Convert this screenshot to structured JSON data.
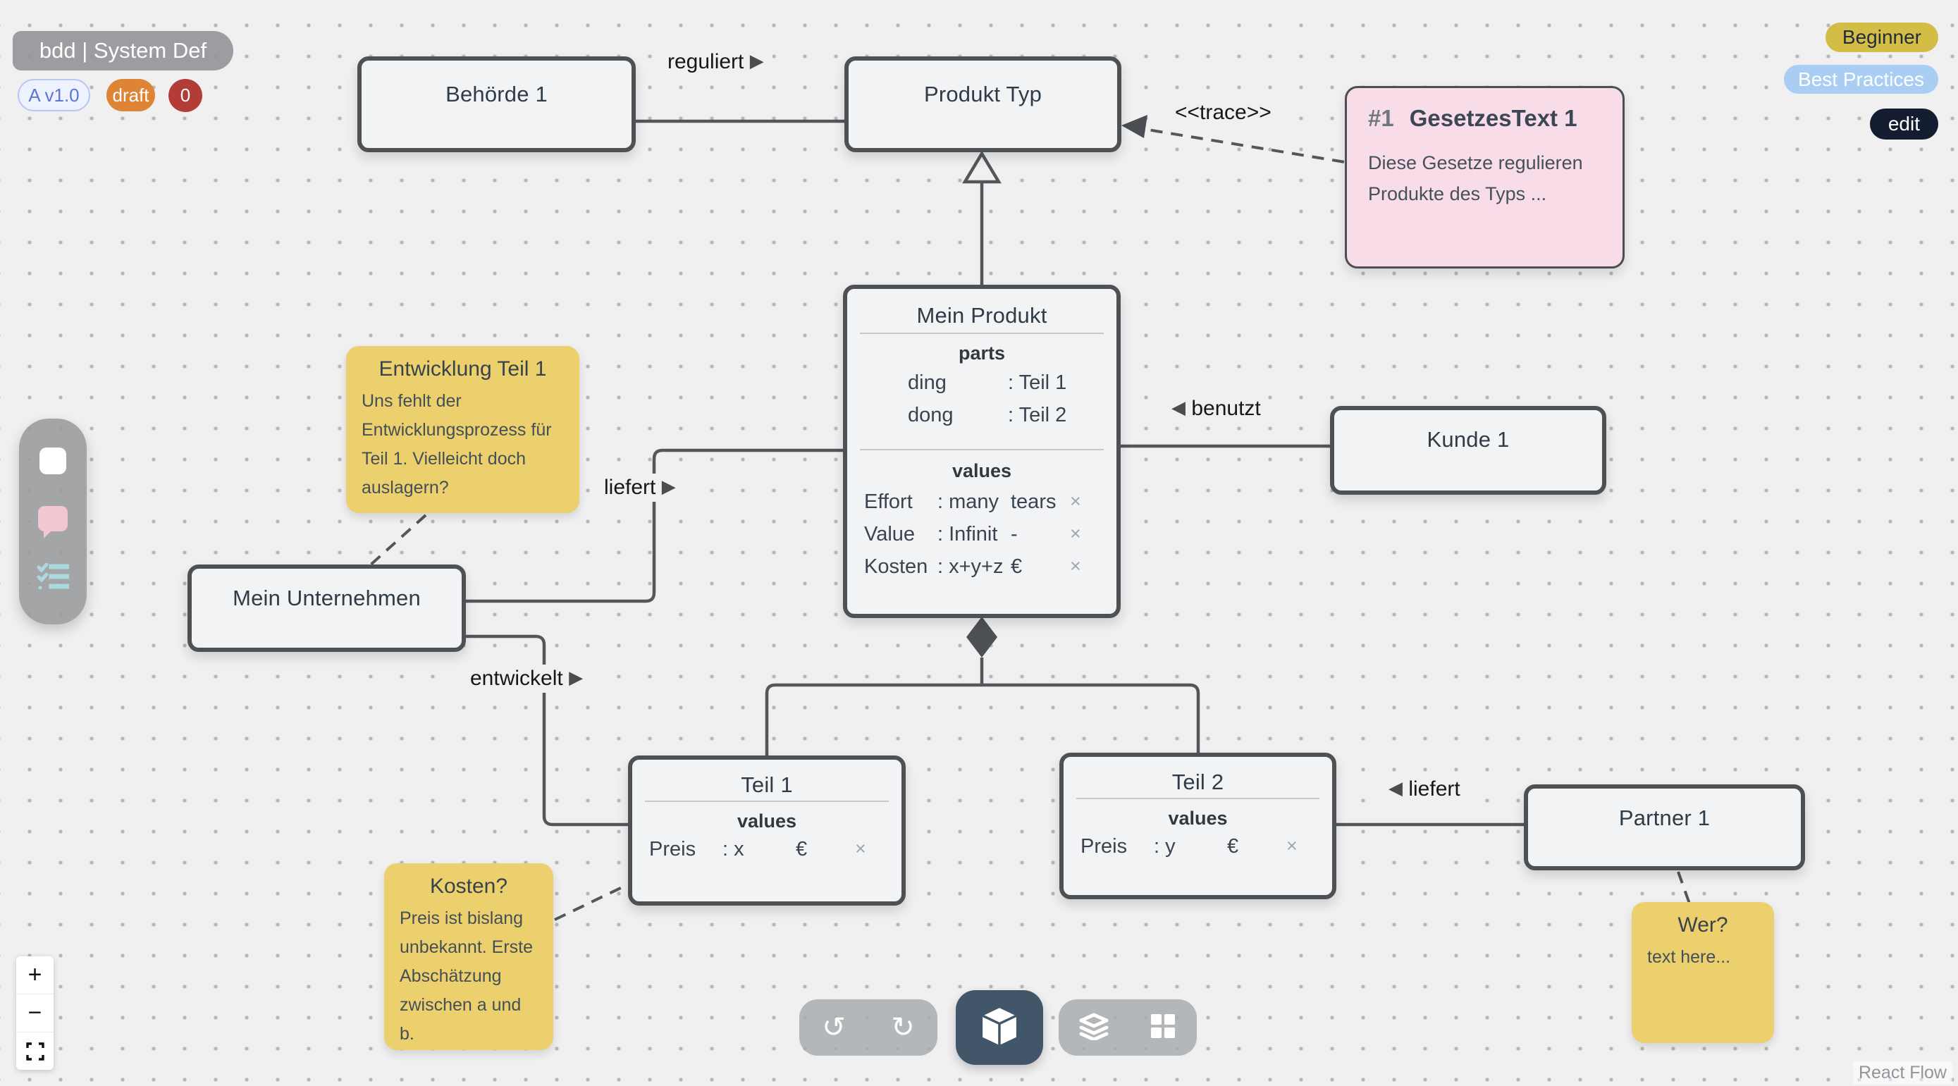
{
  "header": {
    "title": "bdd | System Def",
    "version_badge": "A v1.0",
    "status_badge": "draft",
    "count_badge": "0"
  },
  "top_right": {
    "level_badge": "Beginner",
    "practices_badge": "Best Practices",
    "edit_button": "edit"
  },
  "nodes": {
    "behoerde": {
      "title": "Behörde 1"
    },
    "produkt_typ": {
      "title": "Produkt Typ"
    },
    "mein_produkt": {
      "title": "Mein Produkt",
      "parts_header": "parts",
      "parts": [
        {
          "name": "ding",
          "value": ": Teil 1"
        },
        {
          "name": "dong",
          "value": ": Teil 2"
        }
      ],
      "values_header": "values",
      "values": [
        {
          "name": "Effort",
          "value": ": many",
          "unit": "tears"
        },
        {
          "name": "Value",
          "value": ": Infinit",
          "unit": "-"
        },
        {
          "name": "Kosten",
          "value": ": x+y+z",
          "unit": "€"
        }
      ]
    },
    "mein_unternehmen": {
      "title": "Mein Unternehmen"
    },
    "kunde": {
      "title": "Kunde 1"
    },
    "teil1": {
      "title": "Teil 1",
      "values_header": "values",
      "values": [
        {
          "name": "Preis",
          "value": ": x",
          "unit": "€"
        }
      ]
    },
    "teil2": {
      "title": "Teil 2",
      "values_header": "values",
      "values": [
        {
          "name": "Preis",
          "value": ": y",
          "unit": "€"
        }
      ]
    },
    "partner": {
      "title": "Partner 1"
    }
  },
  "notes": {
    "gesetz": {
      "number": "#1",
      "title": "GesetzesText 1",
      "body": "Diese Gesetze regulieren Produkte des Typs ..."
    },
    "entwicklung": {
      "title": "Entwicklung Teil 1",
      "body": "Uns fehlt der Entwicklungsprozess für Teil 1. Vielleicht doch auslagern?"
    },
    "kosten": {
      "title": "Kosten?",
      "body": "Preis ist bislang unbekannt. Erste Abschätzung zwischen a und b."
    },
    "wer": {
      "title": "Wer?",
      "body": "text here..."
    }
  },
  "edge_labels": {
    "reguliert": "reguliert",
    "trace": "<<trace>>",
    "benutzt": "benutzt",
    "liefert1": "liefert",
    "entwickelt": "entwickelt",
    "liefert2": "liefert"
  },
  "icons": {
    "remove": "×",
    "flag_right": "▶",
    "flag_left": "◀",
    "undo": "↺",
    "redo": "↻",
    "zoom_in": "+",
    "zoom_out": "−"
  },
  "attribution": "React Flow",
  "colors": {
    "canvas_bg": "#f0f0f1",
    "node_border": "#4e5154",
    "note_yellow": "#ecd06e",
    "note_pink": "#f8dde9",
    "accent_dark": "#425669",
    "badge_orange": "#dd8435",
    "badge_red": "#b33d36",
    "badge_gold": "#d3bd45",
    "badge_blue": "#a9cdf3"
  }
}
